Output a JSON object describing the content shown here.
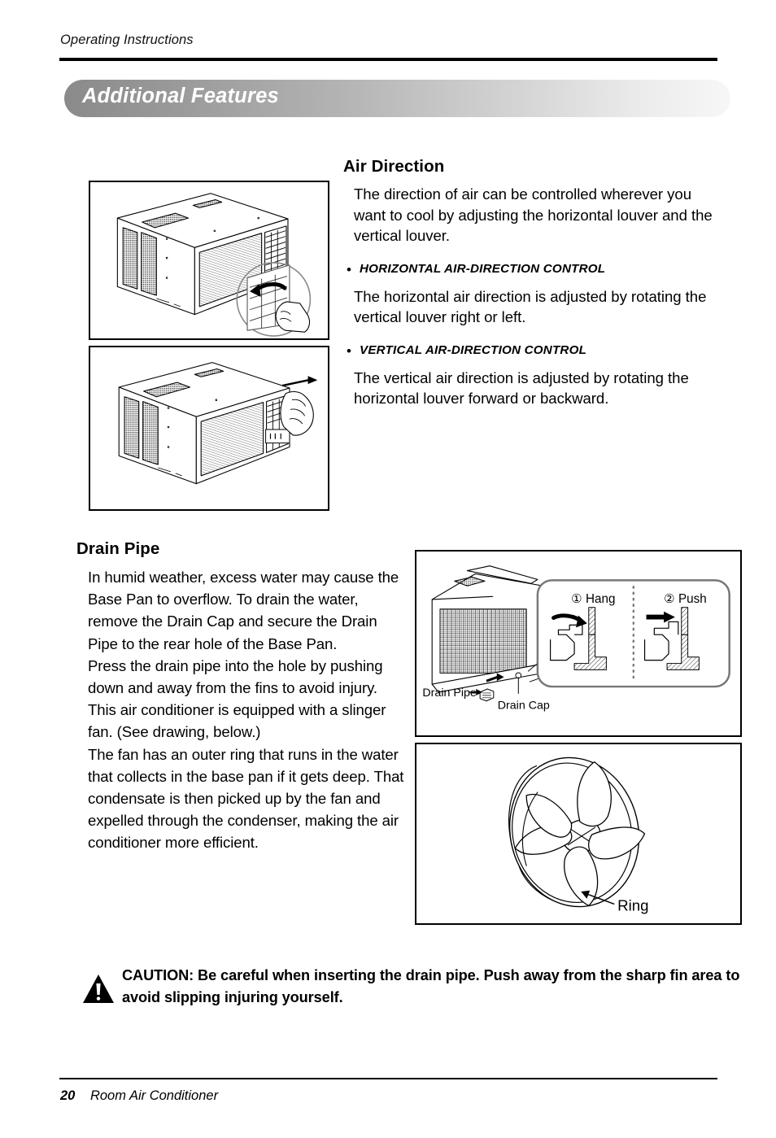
{
  "page": {
    "running_head": "Operating Instructions",
    "banner_title": "Additional Features",
    "footer_page_number": "20",
    "footer_product": "Room Air Conditioner"
  },
  "air_direction": {
    "heading": "Air Direction",
    "intro": "The direction of air can be controlled wherever you want to cool by adjusting the horizontal louver and the vertical louver.",
    "bullets": [
      {
        "marker": "•",
        "label": "HORIZONTAL AIR-DIRECTION CONTROL",
        "body": "The horizontal air direction is adjusted by rotating the vertical louver right or left."
      },
      {
        "marker": "•",
        "label": "VERTICAL AIR-DIRECTION CONTROL",
        "body": "The vertical air direction is adjusted by rotating the horizontal louver forward or backward."
      }
    ]
  },
  "drain_pipe": {
    "heading": "Drain Pipe",
    "paragraph_1": "In humid weather, excess water may cause the Base Pan to overflow. To drain the water, remove the Drain Cap and secure the Drain Pipe to the rear hole of the Base Pan.",
    "paragraph_2": "Press the drain pipe into the hole by pushing down and away from the fins to avoid injury.",
    "paragraph_3": "This air conditioner is equipped with a slinger fan. (See drawing, below.)",
    "paragraph_4": "The fan has an outer ring that runs in the water that collects in the base pan if it gets deep. That condensate is then picked up by the fan and expelled through the condenser, making the air conditioner more efficient."
  },
  "figures": {
    "horizontal_control": {
      "caption": ""
    },
    "vertical_control": {
      "caption": ""
    },
    "drain_diagram": {
      "label_drain_pipe": "Drain Pipe",
      "label_drain_cap": "Drain Cap",
      "step_1": "① Hang",
      "step_2": "② Push"
    },
    "fan_diagram": {
      "label_ring": "Ring"
    }
  },
  "caution": {
    "text": "CAUTION:  Be careful when inserting the drain pipe. Push away from the sharp fin area to avoid slipping injuring yourself."
  },
  "colors": {
    "banner_gradient_start": "#8a8a8a",
    "banner_gradient_end": "#f7f7f7",
    "text": "#000000",
    "rule": "#000000"
  }
}
